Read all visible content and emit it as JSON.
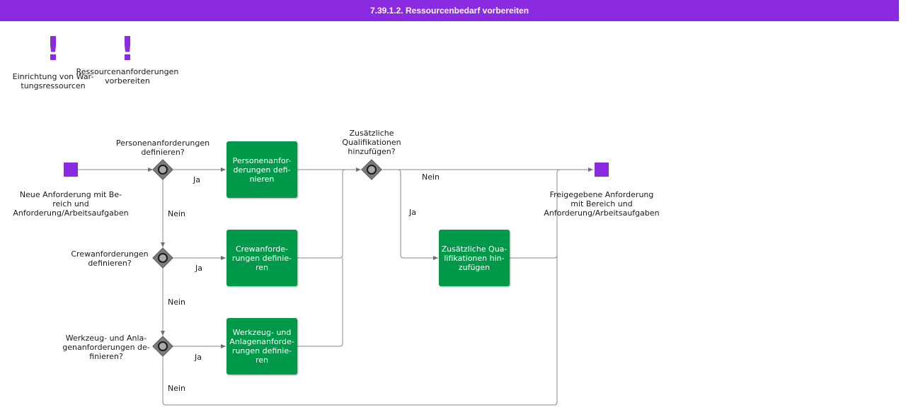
{
  "title": "7.39.1.2. Ressourcenbedarf vorbereiten",
  "colors": {
    "header": "#8a2be2",
    "task": "#00994a",
    "event": "#8a2be2",
    "gateway": "#808080"
  },
  "references": [
    {
      "icon": "exclamation-icon",
      "glyph": "!",
      "label": "Einrichtung von War-\ntungsressourcen"
    },
    {
      "icon": "exclamation-icon",
      "glyph": "!",
      "label": "Ressourcenanforderungen\nvorbereiten"
    }
  ],
  "start_event": {
    "label": "Neue Anforderung mit Be-\nreich und\nAnforderung/Arbeitsaufgaben"
  },
  "end_event": {
    "label": "Freigegebene Anforderung\nmit Bereich und\nAnforderung/Arbeitsaufgaben"
  },
  "gateways": {
    "g1": "Personenanforderungen\ndefinieren?",
    "g2": "Crewanforderungen\ndefinieren?",
    "g3": "Werkzeug- und Anla-\ngenanforderungen de-\nfinieren?",
    "g4": "Zusätzliche\nQualifikationen\nhinzufügen?"
  },
  "tasks": {
    "t1": "Personenanfor-\nderungen defi-\nnieren",
    "t2": "Crewanforde-\nrungen definie-\nren",
    "t3": "Werkzeug- und\nAnlagenanforde-\nrungen definie-\nren",
    "t4": "Zusätzliche Qua-\nlifikationen hin-\nzufügen"
  },
  "edge_labels": {
    "g1_yes": "Ja",
    "g1_no": "Nein",
    "g2_yes": "Ja",
    "g2_no": "Nein",
    "g3_yes": "Ja",
    "g3_no": "Nein",
    "g4_no": "Nein",
    "g4_yes": "Ja"
  }
}
